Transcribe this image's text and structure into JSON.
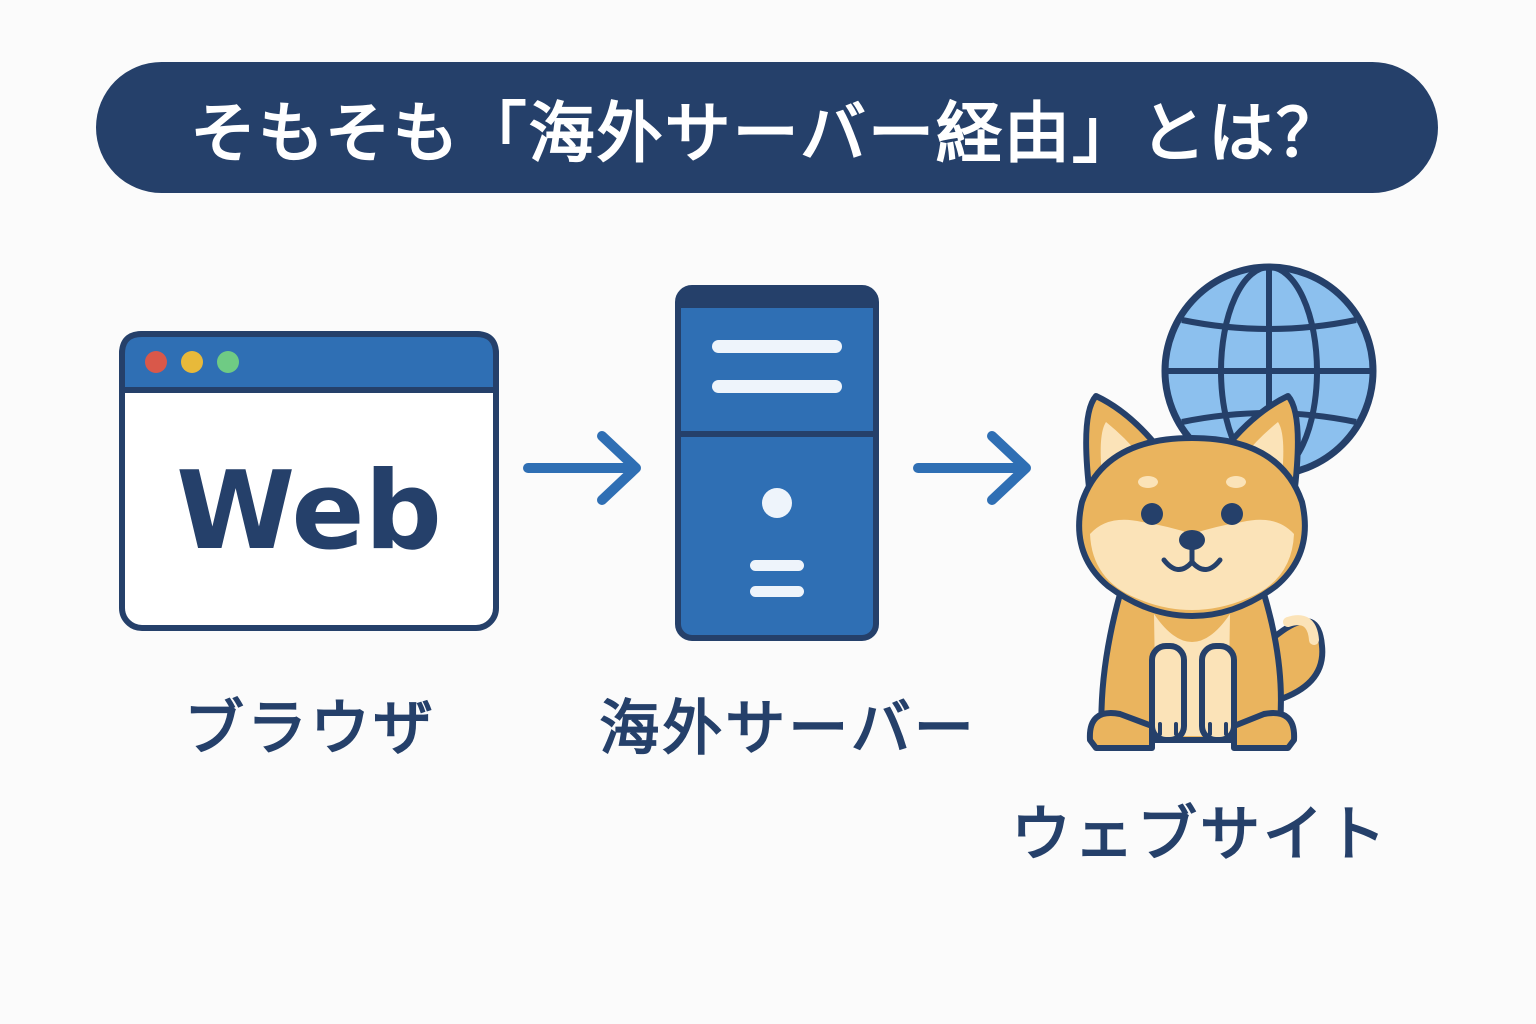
{
  "title": "そもそも「海外サーバー経由」とは？",
  "nodes": {
    "browser": {
      "label": "ブラウザ",
      "screen_text": "Web"
    },
    "server": {
      "label": "海外サーバー"
    },
    "website": {
      "label": "ウェブサイト"
    }
  },
  "icons": [
    "browser-window-icon",
    "server-icon",
    "globe-icon",
    "shiba-dog-icon",
    "arrow-right-icon"
  ],
  "colors": {
    "navy": "#25406a",
    "blue": "#2f6fb4",
    "light_blue": "#8cc0ee",
    "dog_orange": "#eab45e",
    "dog_cream": "#fbe3b8",
    "dot_red": "#d9584a",
    "dot_yellow": "#e8b93a",
    "dot_green": "#6fcb84"
  }
}
